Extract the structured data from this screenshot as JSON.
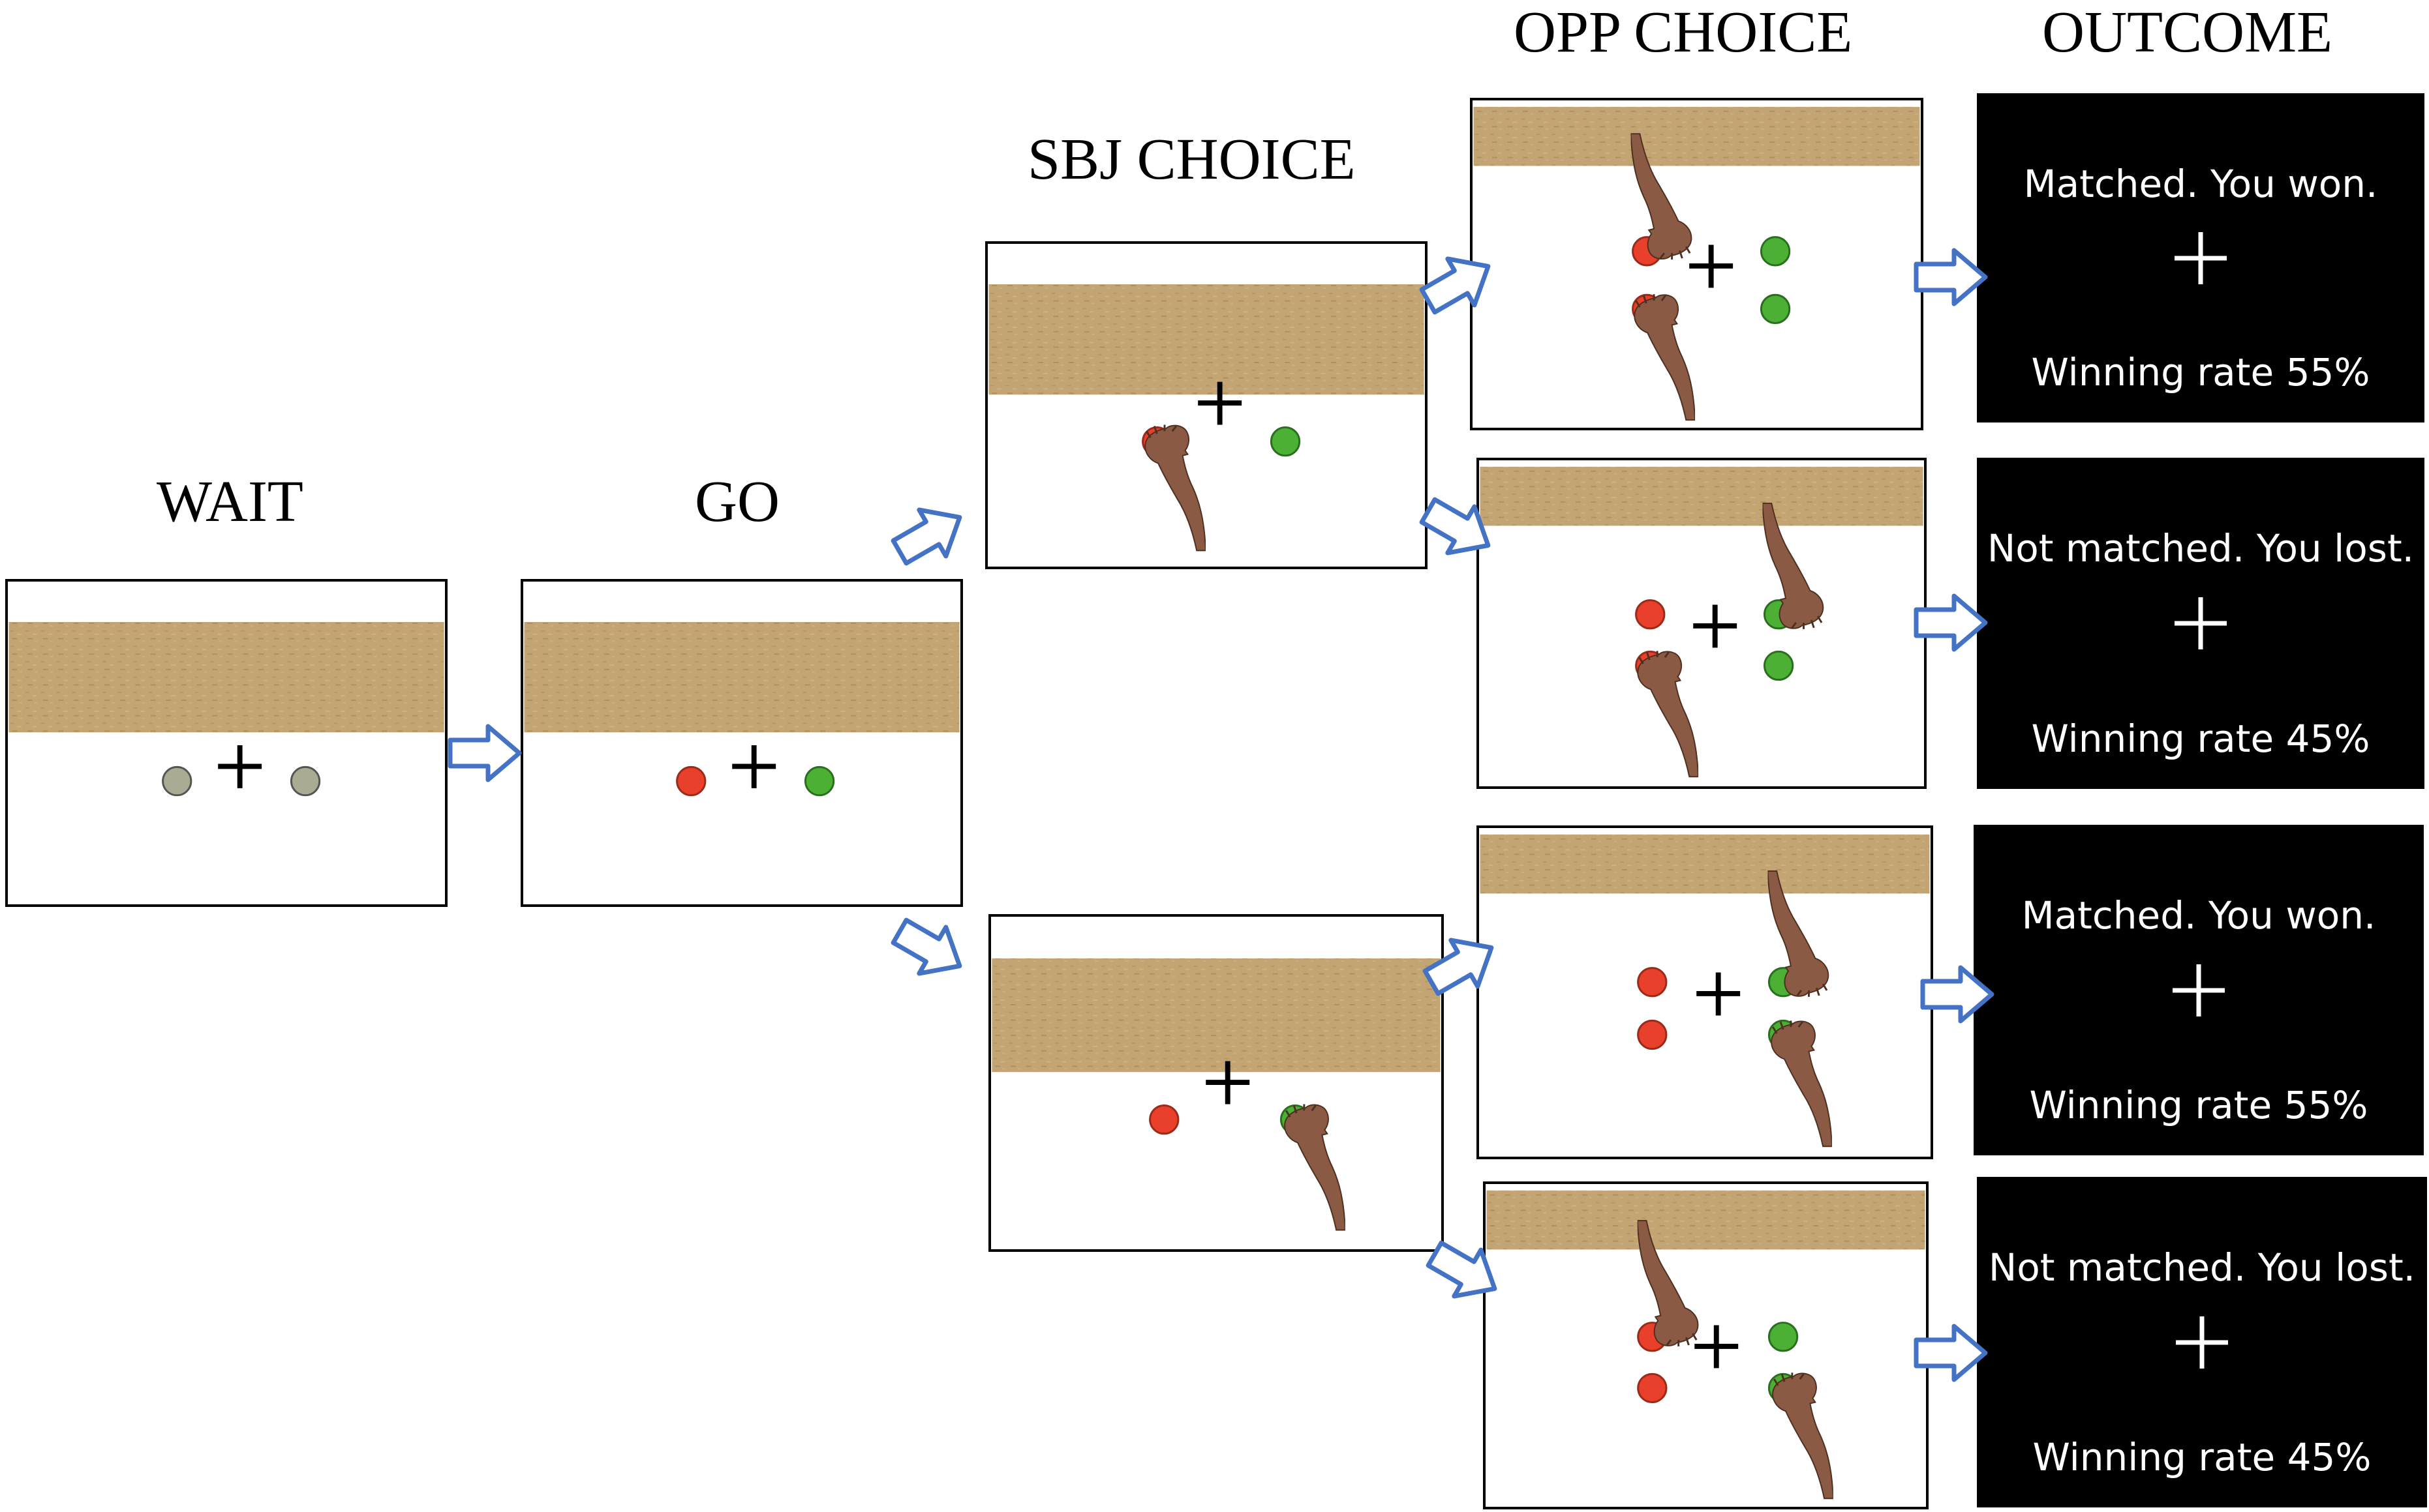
{
  "stages": {
    "wait": "WAIT",
    "go": "GO",
    "sbj_choice": "SBJ CHOICE",
    "opp_choice": "OPP CHOICE",
    "outcome": "OUTCOME"
  },
  "outcomes": [
    {
      "message": "Matched. You won.",
      "rate": "Winning rate 55%"
    },
    {
      "message": "Not matched. You lost.",
      "rate": "Winning rate 45%"
    },
    {
      "message": "Matched. You won.",
      "rate": "Winning rate 55%"
    },
    {
      "message": "Not matched. You lost.",
      "rate": "Winning rate 45%"
    }
  ],
  "colors": {
    "table_top": "#c2a572",
    "red_ball": "#e8402a",
    "green_ball": "#4cb034",
    "gray_ball": "#a9ab93",
    "hand": "#8a5a44",
    "arrow": "#4472c4"
  },
  "icons": [
    "hand-icon",
    "fixation-cross-icon",
    "arrow-right-icon",
    "ball-icon"
  ]
}
